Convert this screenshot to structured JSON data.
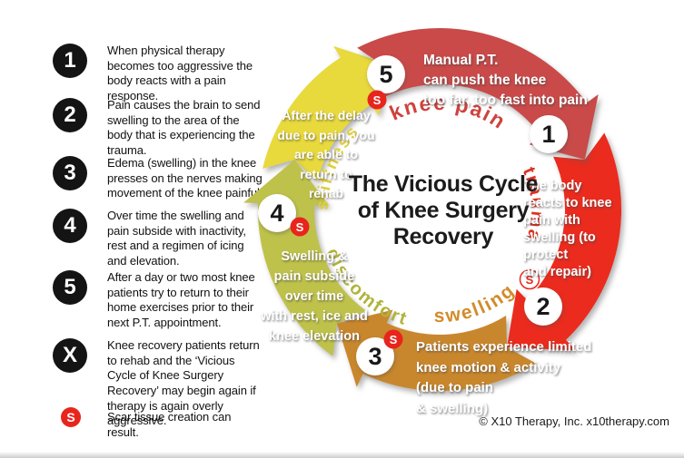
{
  "legend": {
    "items": [
      {
        "badge": "1",
        "text": "When physical therapy becomes too aggressive the body reacts with a pain response."
      },
      {
        "badge": "2",
        "text": "Pain causes the brain to send swelling to the area of the body that is experiencing the trauma."
      },
      {
        "badge": "3",
        "text": "Edema (swelling) in the knee presses on the nerves making movement of the knee painful."
      },
      {
        "badge": "4",
        "text": "Over time the swelling and pain subside with inactivity, rest and a regimen of icing and elevation."
      },
      {
        "badge": "5",
        "text": "After a day or two most knee patients try to return to their home exercises prior to their next P.T. appointment."
      },
      {
        "badge": "X",
        "text": "Knee recovery patients return to rehab and the ‘Vicious Cycle of Knee Surgery Recovery’ may begin again if therapy is again overly aggressive."
      },
      {
        "badge": "S",
        "text": "Scar tissue creation can result."
      }
    ]
  },
  "cycle": {
    "title_lines": [
      "The Vicious Cycle",
      "of Knee Surgery",
      "Recovery"
    ],
    "scar_letter": "S",
    "steps": [
      {
        "num": "1",
        "arc_label": "knee pain",
        "desc": "Manual P.T.\ncan push the knee\ntoo far, too fast into pain",
        "arrow_color": "#c94a49",
        "label_color": "#cf423d"
      },
      {
        "num": "2",
        "arc_label": "trauma",
        "desc": "The body\nreacts to knee\npain with\nswelling (to\nprotect\nand repair)",
        "arrow_color": "#eb2b1e",
        "label_color": "#df3222"
      },
      {
        "num": "3",
        "arc_label": "swelling",
        "desc": "Patients experience limited\nknee motion & activity\n(due to pain\n& swelling)",
        "arrow_color": "#c9872d",
        "label_color": "#d18c2b"
      },
      {
        "num": "4",
        "arc_label": "discomfort",
        "desc": "Swelling &\npain subside\nover time\nwith rest, ice and\nknee elevation",
        "arrow_color": "#bfc24a",
        "label_color": "#b1b33b"
      },
      {
        "num": "5",
        "arc_label": "stiffness",
        "desc": "After the delay\ndue to pain, you\nare able to\nreturn to\nrehab",
        "arrow_color": "#e8d93d",
        "label_color": "#decf3f"
      }
    ]
  },
  "footer": {
    "copyright": "© X10 Therapy, Inc. x10therapy.com"
  },
  "colors": {
    "legend_badge": "#141414",
    "scar_red": "#e8251d",
    "title_text": "#1b1b1b",
    "background": "#ffffff"
  }
}
